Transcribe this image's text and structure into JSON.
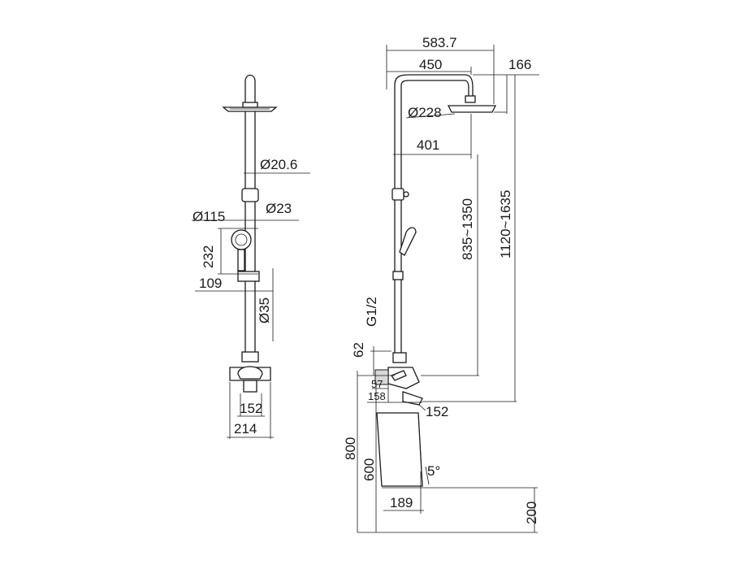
{
  "front_view": {
    "d_arm": "Ø20.6",
    "d_slider": "Ø23",
    "d_handshower": "Ø115",
    "h_handshower": "232",
    "off_handshower": "109",
    "d_riser": "Ø35",
    "w_mixer_inner": "152",
    "w_mixer_outer": "214"
  },
  "side_view": {
    "total_reach": "583.7",
    "arm_length": "450",
    "head_height": "166",
    "d_head": "Ø228",
    "riser_to_head": "401",
    "adj_range": "835~1350",
    "total_range": "1120~1635",
    "thread": "G1/2",
    "inlet_height": "62",
    "inlet_depth": "57",
    "spout_depth": "158",
    "spout_reach": "152",
    "mount_height": "800",
    "tub_height": "600",
    "angle": "5°",
    "tub_offset": "189",
    "floor_clear": "200"
  }
}
